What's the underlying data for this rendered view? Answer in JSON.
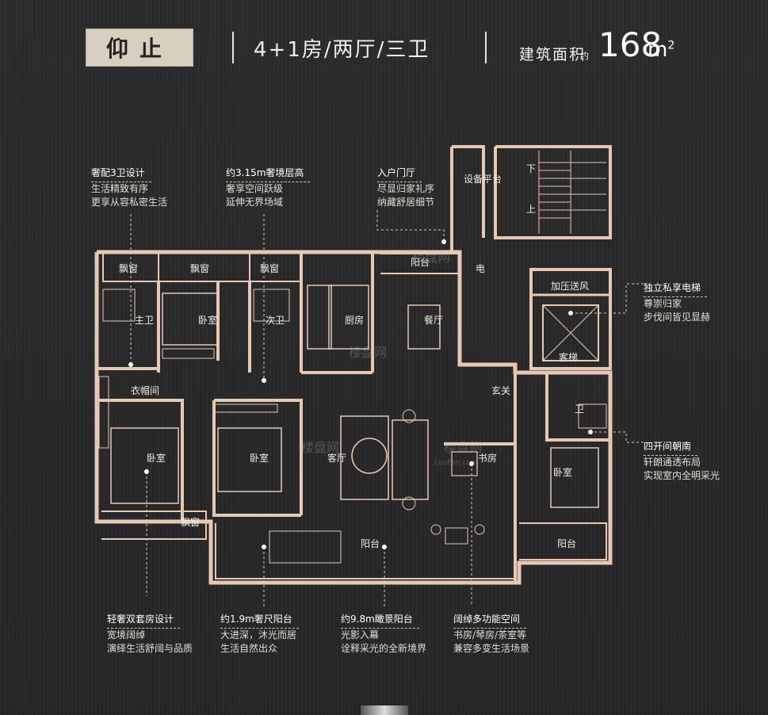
{
  "header": {
    "title": "仰止",
    "rooms": "4+1房/两厅/三卫",
    "area_label": "建筑面积",
    "area_approx": "约",
    "area_value": "168",
    "area_unit": "m",
    "area_unit_sup": "2"
  },
  "callouts": {
    "bath": {
      "title": "奢配3卫设计",
      "lines": [
        "生活精致有序",
        "更享从容私密生活"
      ]
    },
    "height": {
      "title": "约3.15m奢境层高",
      "lines": [
        "奢享空间跃级",
        "延伸无界场域"
      ]
    },
    "entry": {
      "title": "入户门厅",
      "lines": [
        "尽显归家礼序",
        "纳藏舒居细节"
      ]
    },
    "elevator": {
      "title": "独立私享电梯",
      "lines": [
        "尊崇归家",
        "步伐间皆见显赫"
      ]
    },
    "south": {
      "title": "四开间朝南",
      "lines": [
        "轩朗通透布局",
        "实现室内全明采光"
      ]
    },
    "suite": {
      "title": "轻奢双套房设计",
      "lines": [
        "宽境阔绰",
        "演绎生活舒阔与品质"
      ]
    },
    "balcony19": {
      "title": "约1.9m奢尺阳台",
      "lines": [
        "大进深，沐光而居",
        "生活自然出众"
      ]
    },
    "balcony98": {
      "title": "约9.8m瞰景阳台",
      "lines": [
        "光影入幕",
        "诠释采光的全新境界"
      ]
    },
    "multi": {
      "title": "阔绰多功能空间",
      "lines": [
        "书房/琴房/茶室等",
        "兼容多变生活场景"
      ]
    }
  },
  "rooms": {
    "bay1": "飘窗",
    "bay2": "飘窗",
    "bay3": "飘窗",
    "bay4": "飘窗",
    "master_bath": "主卫",
    "bedroom1": "卧室",
    "second_bath": "次卫",
    "kitchen": "厨房",
    "dining": "餐厅",
    "balcony_top": "阳台",
    "electric": "电",
    "platform": "设备平台",
    "pressure": "加压送风",
    "elevator": "客梯",
    "foyer": "玄关",
    "wardrobe": "衣帽间",
    "bedroom2": "卧室",
    "bedroom3": "卧室",
    "living": "客厅",
    "study": "书房",
    "bath3": "卫",
    "bedroom4": "卧室",
    "balcony_main": "阳台",
    "balcony_right": "阳台",
    "stair_down": "下",
    "stair_up": "上"
  },
  "watermark": {
    "brand": "楼盘网",
    "url": "LouPan.com"
  },
  "colors": {
    "background": "#2a2a2b",
    "wall": "#e6c8b4",
    "badge": "#d8cfc1"
  }
}
